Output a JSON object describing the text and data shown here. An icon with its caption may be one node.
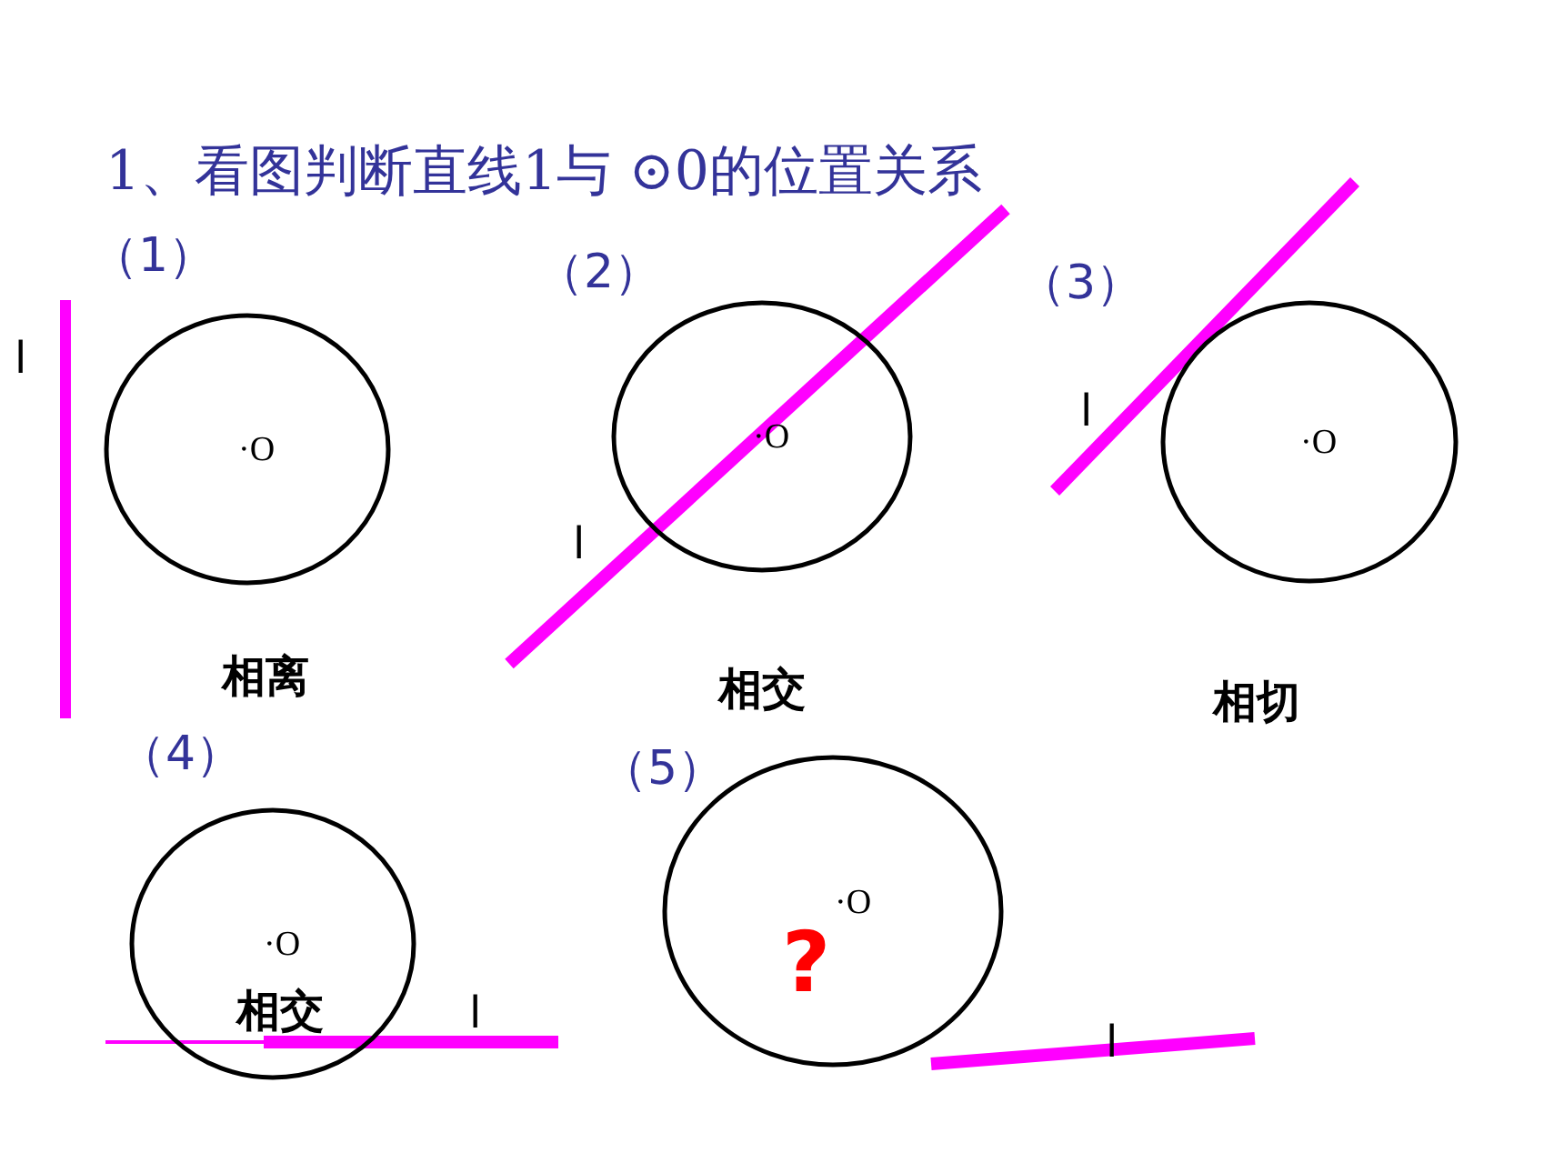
{
  "diagram": {
    "title": "1、看图判断直线1与 ⊙0的位置关系",
    "nodes": [
      {
        "text": [
          "·O"
        ]
      },
      {
        "text": [
          "·O"
        ]
      },
      {
        "text": [
          "·O"
        ]
      },
      {
        "text": [
          "·O"
        ]
      },
      {
        "text": [
          "·O",
          "?"
        ]
      }
    ],
    "labels": [
      "（1）",
      "l",
      "（2）",
      "（3）",
      "l",
      "l",
      "相离",
      "相交",
      "相切",
      "（4）",
      "（5）",
      "相交",
      "l",
      "l"
    ]
  }
}
